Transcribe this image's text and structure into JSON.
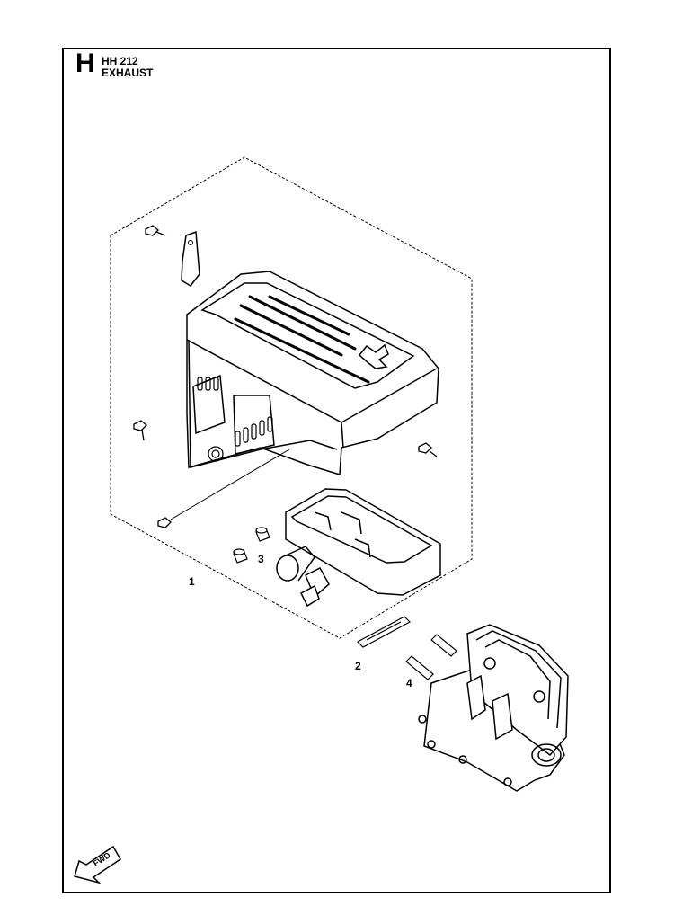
{
  "header": {
    "section_letter": "H",
    "model": "HH 212",
    "title": "EXHAUST"
  },
  "callouts": [
    {
      "number": "1"
    },
    {
      "number": "2"
    },
    {
      "number": "3"
    },
    {
      "number": "4"
    }
  ],
  "fwd_arrow": {
    "label": "FWD"
  },
  "colors": {
    "line": "#000000",
    "background": "#ffffff"
  }
}
